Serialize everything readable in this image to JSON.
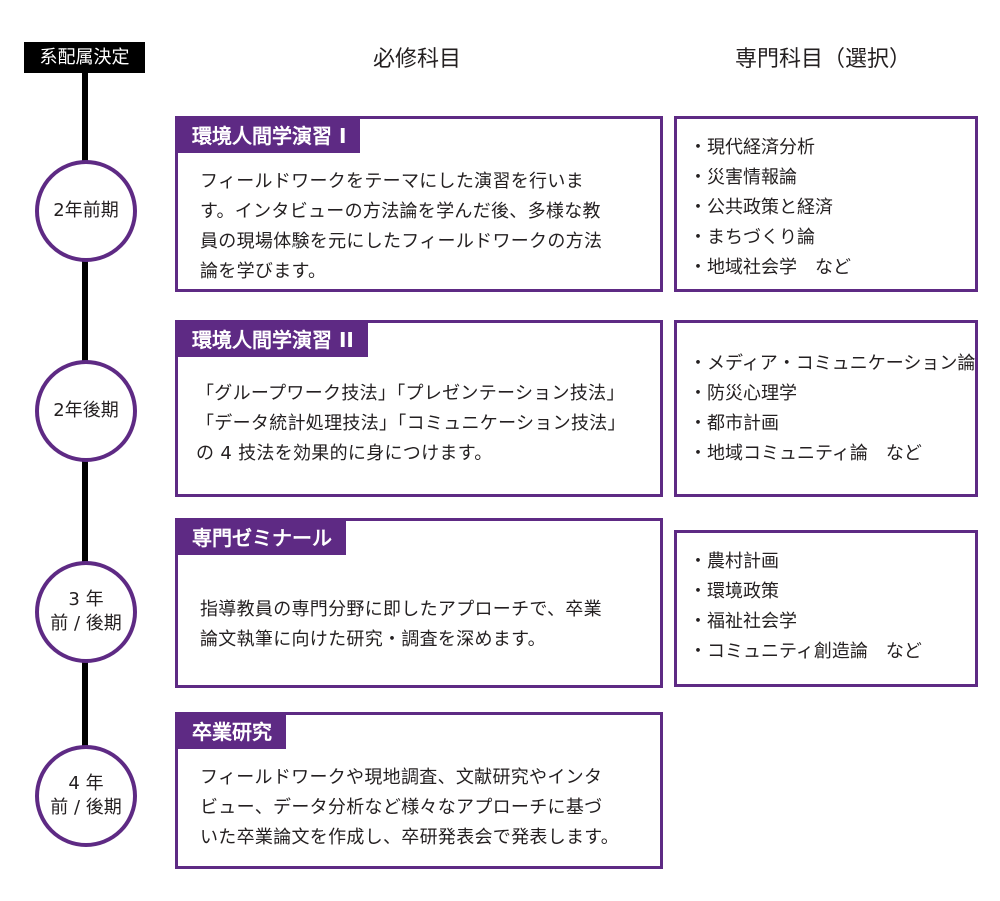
{
  "start_label": "系配属決定",
  "headers": {
    "required": "必修科目",
    "elective": "専門科目（選択）"
  },
  "stages": [
    {
      "period": [
        "2年前期"
      ],
      "course_title": "環境人間学演習 I",
      "course_desc": "フィールドワークをテーマにした演習を行いま\nす。インタビューの方法論を学んだ後、多様な教\n員の現場体験を元にしたフィールドワークの方法\n論を学びます。",
      "electives": [
        "・現代経済分析",
        "・災害情報論",
        "・公共政策と経済",
        "・まちづくり論",
        "・地域社会学　など"
      ]
    },
    {
      "period": [
        "2年後期"
      ],
      "course_title": "環境人間学演習 II",
      "course_desc": "「グループワーク技法」「プレゼンテーション技法」\n「データ統計処理技法」「コミュニケーション技法」\nの 4 技法を効果的に身につけます。",
      "electives": [
        "・メディア・コミュニケーション論",
        "・防災心理学",
        "・都市計画",
        "・地域コミュニティ論　など"
      ]
    },
    {
      "period": [
        "3 年",
        "前 / 後期"
      ],
      "course_title": "専門ゼミナール",
      "course_desc": "指導教員の専門分野に即したアプローチで、卒業\n論文執筆に向けた研究・調査を深めます。",
      "electives": [
        "・農村計画",
        "・環境政策",
        "・福祉社会学",
        "・コミュニティ創造論　など"
      ]
    },
    {
      "period": [
        "4 年",
        "前 / 後期"
      ],
      "course_title": "卒業研究",
      "course_desc": "フィールドワークや現地調査、文献研究やインタ\nビュー、データ分析など様々なアプローチに基づ\nいた卒業論文を作成し、卒研発表会で発表します。",
      "electives": []
    }
  ],
  "colors": {
    "accent": "#5e2a84",
    "line": "#000000",
    "text": "#231f20"
  }
}
